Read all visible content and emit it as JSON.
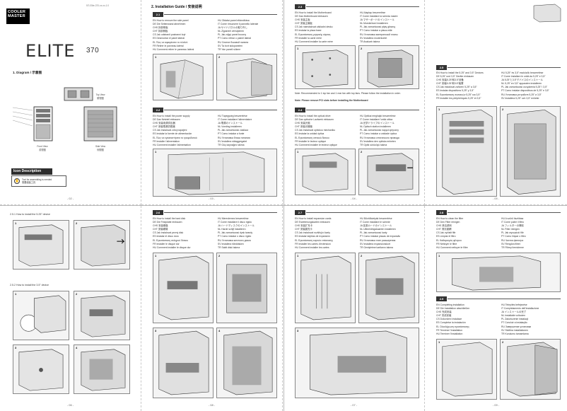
{
  "cover": {
    "logo_line1": "COOLER",
    "logo_line2": "MASTER",
    "doc_code": "57I-Elite-370-xx-xx-1.0",
    "brand": "ELITE",
    "model": "370",
    "diagram_title": "1. Diagram / 示意图",
    "front_view": "Front View",
    "front_view_sub": "前视图",
    "side_view": "Side View",
    "side_view_sub": "侧视图",
    "top_view": "Top View",
    "top_view_sub": "俯视图",
    "icon_heading": "Icon Description",
    "icon_glyph": "✋",
    "icon_text_1": "Tool for assembling is needed",
    "icon_text_2": "需要组装工具",
    "page": "- 02 -"
  },
  "p3": {
    "title": "2. Installation Guide / 安装说明",
    "tag1": "2.1",
    "langs_left1": [
      "EN How to remove the side panel",
      "DE Die Seitenwand abnehmen",
      "CHS 拆卸侧板",
      "CHT 拆卸側板",
      "CS Jak odstranit postranní kryt",
      "ES Desmontar el panel lateral",
      "EL Πώς να αφαιρέσετε το πλαϊνό",
      "FR Retirer le panneau latéral",
      "HU Comment retirer le panneau latéral"
    ],
    "langs_right1": [
      "HU Oldalsó panel eltávolítása",
      "IT Come rimuovere il pannello laterale",
      "JA サイドパネルの取り外し",
      "NL Zijpaneel verwijderen",
      "PL Jak zdjąć panel boczny",
      "PT Como retirar o painel lateral",
      "RU Снятие боковой панели",
      "SV Ta bort sidopanelen",
      "TR Yan paneli sökme"
    ],
    "tag2": "2.2",
    "langs_left2": [
      "EN How to install the power supply",
      "DE Das Netzteil einbauen",
      "CHS 安装电源供应器",
      "CHT 安裝電源供應器",
      "CS Jak instalovat zdroj napájení",
      "ES Instalar la fuente de alimentación",
      "EL Πώς να εγκαταστήσετε το τροφοδοτικό",
      "FR Installer l'alimentation",
      "HU Comment installer l'alimentation"
    ],
    "langs_right2": [
      "HU Tápegység beszerelése",
      "IT Come installare l'alimentatore",
      "JA 電源のインストール",
      "NL Voeding installeren",
      "PL Jak zamontować zasilacz",
      "PT Como instalar a fonte",
      "RU Установка блока питания",
      "SV Installera nätaggregatet",
      "TR Güç kaynağını takma"
    ],
    "page": "- 03 -"
  },
  "p4": {
    "tag1": "2.3",
    "langs_left1": [
      "EN How to install the Motherboard",
      "DE Das Motherboard einbauen",
      "CHS 安装主板",
      "CHT 安裝主機板",
      "CS Jak nainstalovat základní desku",
      "ES Instalar la placa base",
      "EL Εγκατάσταση μητρικής κάρτας",
      "FR Installer la carte mère",
      "HU Comment installer la carte mère"
    ],
    "langs_right1": [
      "HU Alaplap beszerelése",
      "IT Come installare la scheda madre",
      "JA マザーボードのインストール",
      "NL Moederbord installeren",
      "PL Jak zamontować płytę główną",
      "PT Como instalar a placa-mãe",
      "RU Установка материнской платы",
      "SV Installera moderkortet",
      "TR Anakartı takma"
    ],
    "note1": "Note: Recommended to 1 top fan and 1 rear fan with top fans. Please follow the installation in order.",
    "note2": "Note: Please remove PCI slots before installing the Motherboard",
    "tag2": "2.4",
    "langs_left2": [
      "EN How to install the optical drive",
      "DE Das optische Laufwerk einbauen",
      "CHS 安装光驱",
      "CHT 安裝光碟機",
      "CS Jak instalovat optickou mechaniku",
      "ES Instalar la unidad óptica",
      "EL Εγκατάσταση οπτικού δίσκου",
      "FR Installer le lecteur optique",
      "HU Comment installer le lecteur optique"
    ],
    "langs_right2": [
      "HU Optikai meghajtó beszerelése",
      "IT Come installare l'unità ottica",
      "JA 光学ドライブのインストール",
      "NL Optisch station installeren",
      "PL Jak zamontować napęd optyczny",
      "PT Como instalar a unidade óptica",
      "RU Установка оптического привода",
      "SV Installera den optiska enheten",
      "TR Optik sürücüyü takma"
    ],
    "page": "- 04 -"
  },
  "p5": {
    "tag1": "2.5",
    "langs_left1": [
      "EN How to install the 5.25\" and 3.5\" Devices",
      "DE 5,25\" und 3,5\" Geräte einbauen",
      "CHS 安装5.25\"和3.5\"设备",
      "CHT 安裝5.25\"和3.5\"裝置",
      "CS Jak instalovat zařízení 5,25\" a 3,5\"",
      "ES Instalar dispositivos 5,25\" y 3,5\"",
      "EL Εγκατάσταση συσκευών 5,25\" και 3,5\"",
      "FR Installer les périphériques 5,25\" et 3,5\""
    ],
    "langs_right1": [
      "HU 5,25\" és 3,5\" eszközök beszerelése",
      "IT Come installare le unità da 5,25\" e 3,5\"",
      "JA 5.25\"と3.5\"デバイスのインストール",
      "NL 5,25\" en 3,5\" apparaten installeren",
      "PL Jak zamontować urządzenia 5,25\" i 3,5\"",
      "PT Como instalar dispositivos de 5,25\" e 3,5\"",
      "RU Установка устройств 5,25\" и 3,5\"",
      "SV Installera 5,25\" och 3,5\" enheter"
    ],
    "page": "- 05 -"
  },
  "p6": {
    "sub1": "2.5.1 How to install the 5.25\" device",
    "sub2": "2.5.2 How to install the 3.5\" device",
    "page": "- 06 -"
  },
  "p7": {
    "tag1": "2.6",
    "langs_left1": [
      "EN How to install the hard disk",
      "DE Die Festplatte einbauen",
      "CHS 安装硬盘",
      "CHT 安裝硬碟",
      "CS Jak instalovat pevný disk",
      "ES Instalar el disco duro",
      "EL Εγκατάσταση σκληρού δίσκου",
      "FR Installer le disque dur",
      "HU Comment installer le disque dur"
    ],
    "langs_right1": [
      "HU Merevlemez beszerelése",
      "IT Come installare il disco rigido",
      "JA ハードディスクのインストール",
      "NL Harde schijf installeren",
      "PL Jak zamontować dysk twardy",
      "PT Como instalar o disco rígido",
      "RU Установка жесткого диска",
      "SV Installera hårddisken",
      "TR Sabit diski takma"
    ],
    "page": "- 08 -"
  },
  "p8": {
    "tag1": "2.7",
    "langs_left1": [
      "EN How to install expansion cards",
      "DE Erweiterungskarten einbauen",
      "CHS 安装扩充卡",
      "CHT 安裝擴充卡",
      "CS Jak instalovat rozšiřující karty",
      "ES Instalar tarjetas de expansión",
      "EL Εγκατάσταση καρτών επέκτασης",
      "FR Installer les cartes d'extension",
      "HU Comment installer les cartes"
    ],
    "langs_right1": [
      "HU Bővítőkártyák beszerelése",
      "IT Come installare le schede",
      "JA 拡張カードのインストール",
      "NL Uitbreidingskaarten installeren",
      "PL Jak zamontować karty",
      "PT Como instalar placas de expansão",
      "RU Установка плат расширения",
      "SV Installera expansionskort",
      "TR Genişletme kartlarını takma"
    ],
    "page": "- 07 -"
  },
  "p9": {
    "tag1": "2.8",
    "langs_left1": [
      "EN How to clean the filter",
      "DE Den Filter reinigen",
      "CHS 清洁滤网",
      "CHT 清潔濾網",
      "CS Jak vyčistit filtr",
      "ES Limpiar el filtro",
      "EL Καθαρισμός φίλτρου",
      "FR Nettoyer le filtre",
      "HU Comment nettoyer le filtre"
    ],
    "langs_right1": [
      "HU A szűrő tisztítása",
      "IT Come pulire il filtro",
      "JA フィルターの掃除",
      "NL Filter reinigen",
      "PL Jak wyczyścić filtr",
      "PT Como limpar o filtro",
      "RU Чистка фильтра",
      "SV Rengöra filtret",
      "TR Filtreyi temizleme"
    ],
    "tag2": "2.9",
    "langs_left2": [
      "EN Completing installation",
      "DE Die Installation abschließen",
      "CHS 完成安装",
      "CHT 完成安裝",
      "CS Dokončení instalace",
      "ES Completar la instalación",
      "EL Ολοκλήρωση εγκατάστασης",
      "FR Terminer l'installation",
      "HU Terminer l'installation"
    ],
    "langs_right2": [
      "HU Telepítés befejezése",
      "IT Completamento dell'installazione",
      "JA インストールの完了",
      "NL Installatie voltooien",
      "PL Zakończenie instalacji",
      "PT Concluir a instalação",
      "RU Завершение установки",
      "SV Slutföra installationen",
      "TR Kurulumu tamamlama"
    ],
    "page": "- 09 -"
  },
  "colors": {
    "ink": "#222222",
    "tag_bg": "#333333",
    "figure_bg": "#f4f4f4"
  },
  "icons": [
    "hand-tool-icon"
  ]
}
